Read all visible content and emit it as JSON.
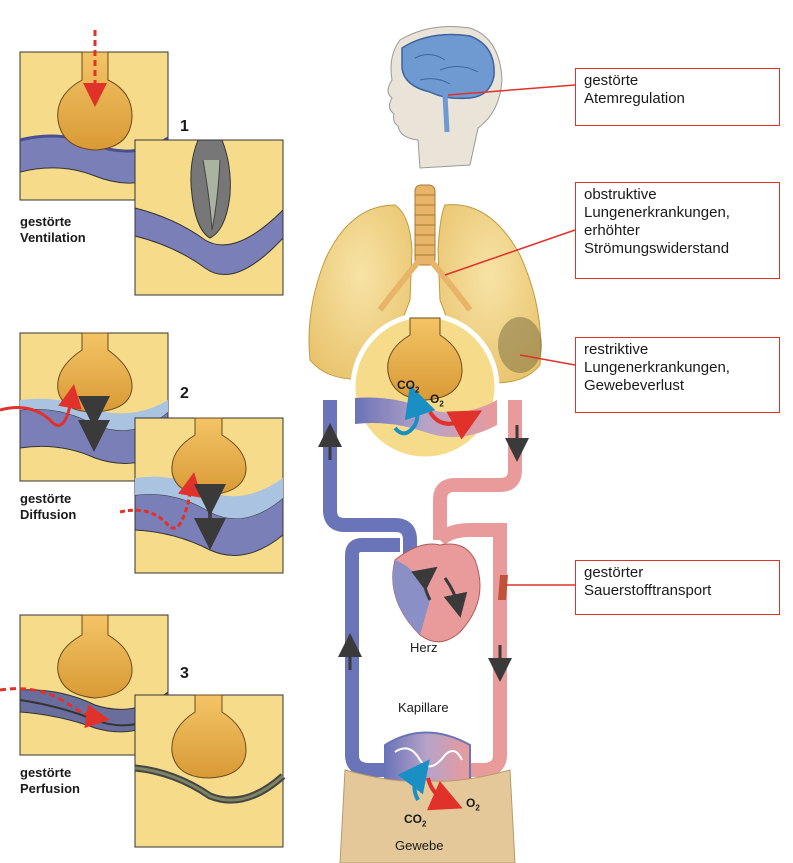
{
  "panels": [
    {
      "number": "1",
      "label_line1": "gestörte",
      "label_line2": "Ventilation"
    },
    {
      "number": "2",
      "label_line1": "gestörte",
      "label_line2": "Diffusion"
    },
    {
      "number": "3",
      "label_line1": "gestörte",
      "label_line2": "Perfusion"
    }
  ],
  "callouts": [
    {
      "line1": "gestörte",
      "line2": "Atemregulation"
    },
    {
      "line1": "obstruktive",
      "line2": "Lungenerkrankungen,",
      "line3": "erhöhter",
      "line4": "Strömungswiderstand"
    },
    {
      "line1": "restriktive",
      "line2": "Lungenerkrankungen,",
      "line3": "Gewebeverlust"
    },
    {
      "line1": "gestörter",
      "line2": "Sauerstofftransport"
    }
  ],
  "body_labels": {
    "co2_lung": "CO",
    "o2_lung": "O",
    "sub2": "2",
    "herz": "Herz",
    "kapillare": "Kapillare",
    "co2_tissue": "CO",
    "o2_tissue": "O",
    "gewebe": "Gewebe"
  },
  "colors": {
    "callout_border": "#e0312a",
    "venous": "#6a74b8",
    "arterial": "#e99a9a",
    "lung": "#f2d58a",
    "alveolus": "#e6ad45",
    "panel_bg": "#f6dc8a",
    "arrow_red": "#e0312a",
    "arrow_blue": "#1a8fc4"
  }
}
